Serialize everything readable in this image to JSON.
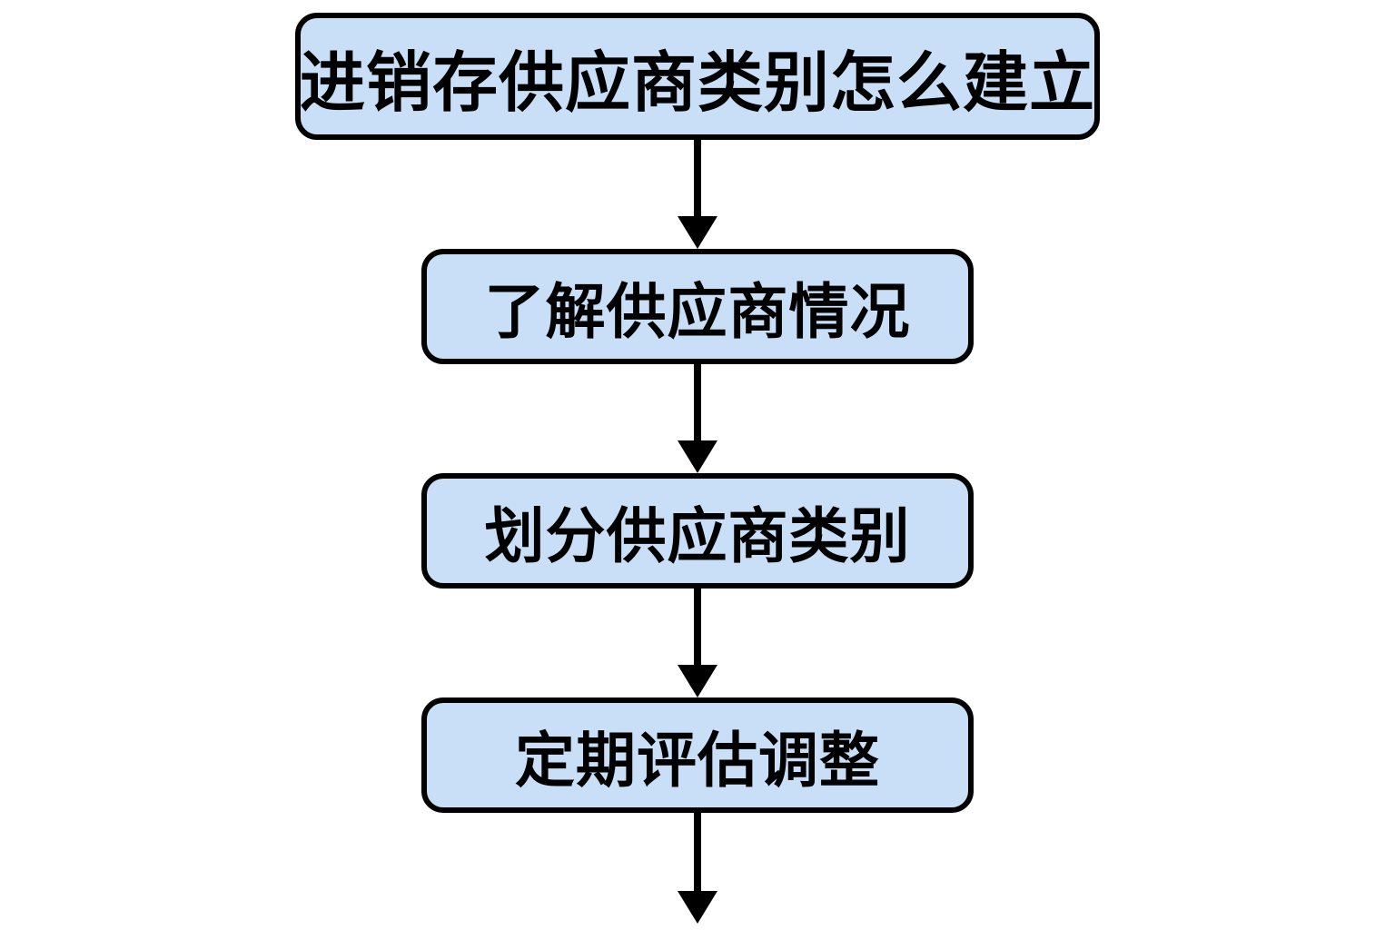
{
  "flowchart": {
    "title_node": "进销存供应商类别怎么建立",
    "nodes": [
      {
        "label": "进销存供应商类别怎么建立"
      },
      {
        "label": "了解供应商情况"
      },
      {
        "label": "划分供应商类别"
      },
      {
        "label": "定期评估调整"
      }
    ],
    "colors": {
      "node_fill": "#c9dff7",
      "node_border": "#000000",
      "arrow": "#000000",
      "text": "#000000",
      "background": "#ffffff"
    }
  }
}
